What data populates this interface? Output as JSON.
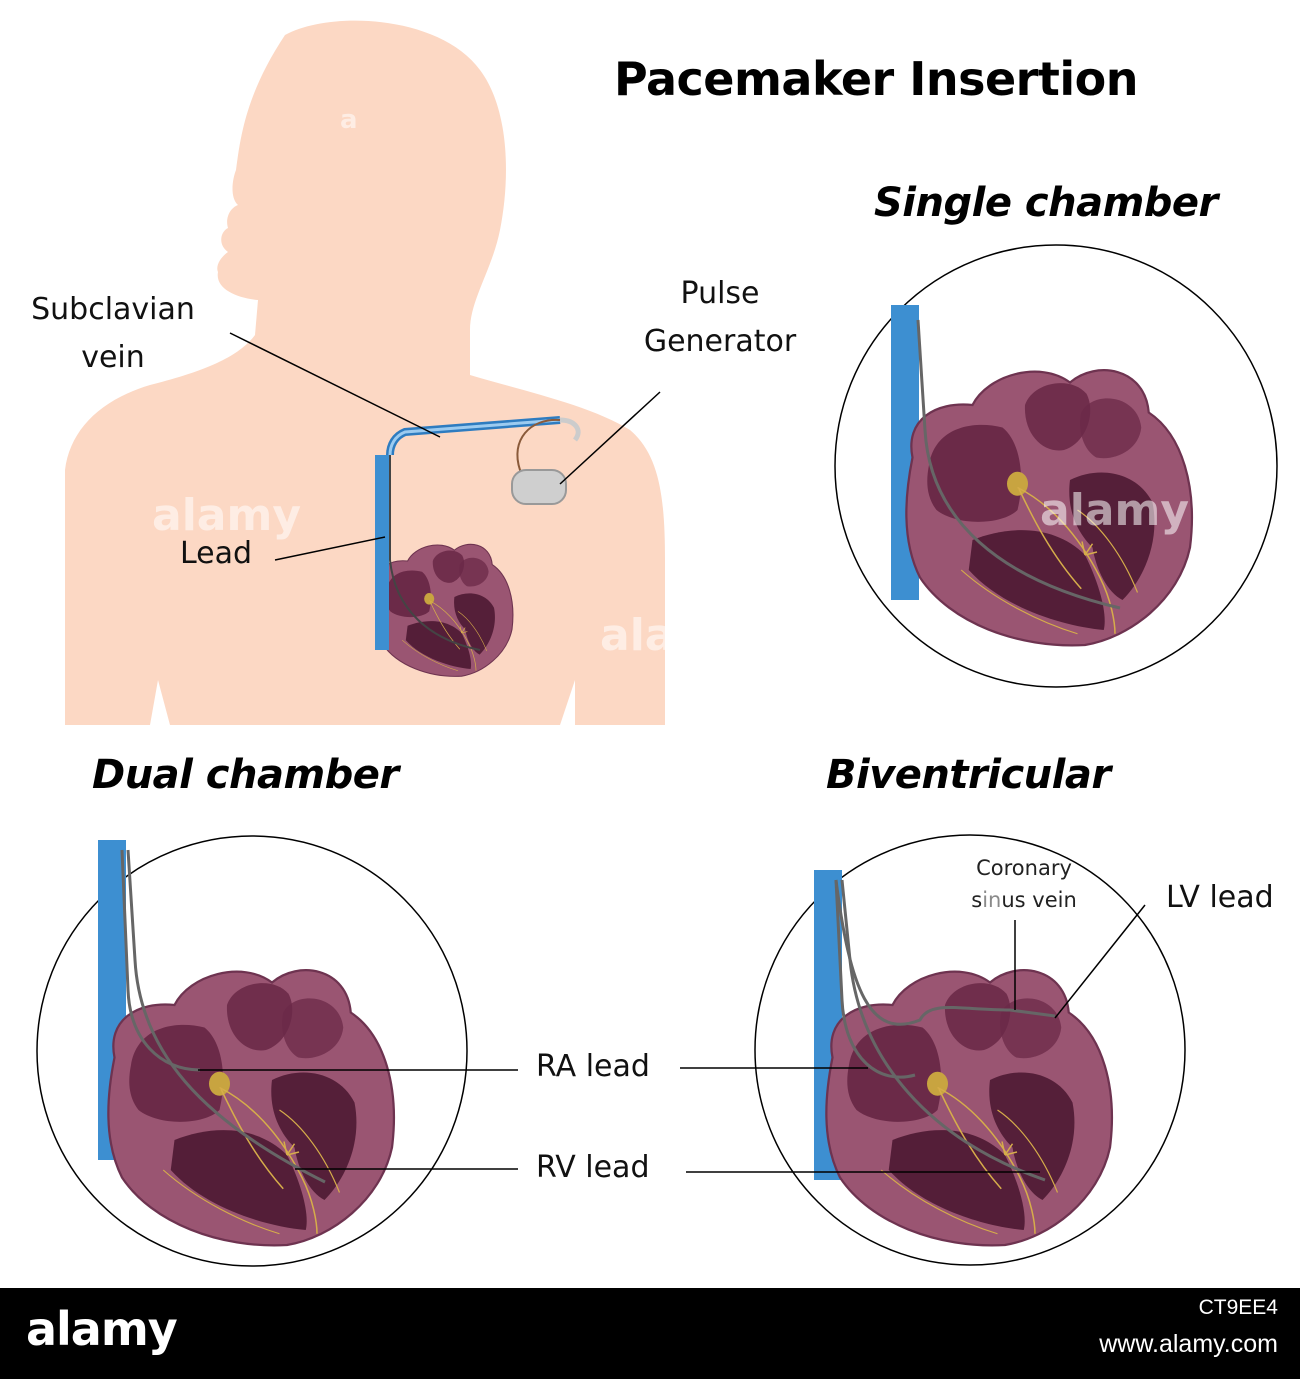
{
  "title": "Pacemaker Insertion",
  "panels": {
    "single": "Single chamber",
    "dual": "Dual chamber",
    "biventricular": "Biventricular"
  },
  "labels": {
    "subclavian_line1": "Subclavian",
    "subclavian_line2": "vein",
    "pulse_line1": "Pulse",
    "pulse_line2": "Generator",
    "lead": "Lead",
    "ra_lead": "RA lead",
    "rv_lead": "RV lead",
    "lv_lead": "LV lead",
    "coronary_line1": "Coronary",
    "coronary_line2_prefix": "s",
    "coronary_line2_gray": "in",
    "coronary_line2_rest": "us vein"
  },
  "watermark": {
    "text": "alamy",
    "small": "a"
  },
  "footer": {
    "logo": "alamy",
    "image_id": "CT9EE4",
    "url": "www.alamy.com"
  },
  "colors": {
    "skin": "#fcd8c4",
    "heart_outer": "#9a5572",
    "heart_chamber": "#6b2a48",
    "vein_blue": "#3d8fd1",
    "nerve": "#c9a03a",
    "node": "#c8a440",
    "device": "#cfcfcf"
  }
}
